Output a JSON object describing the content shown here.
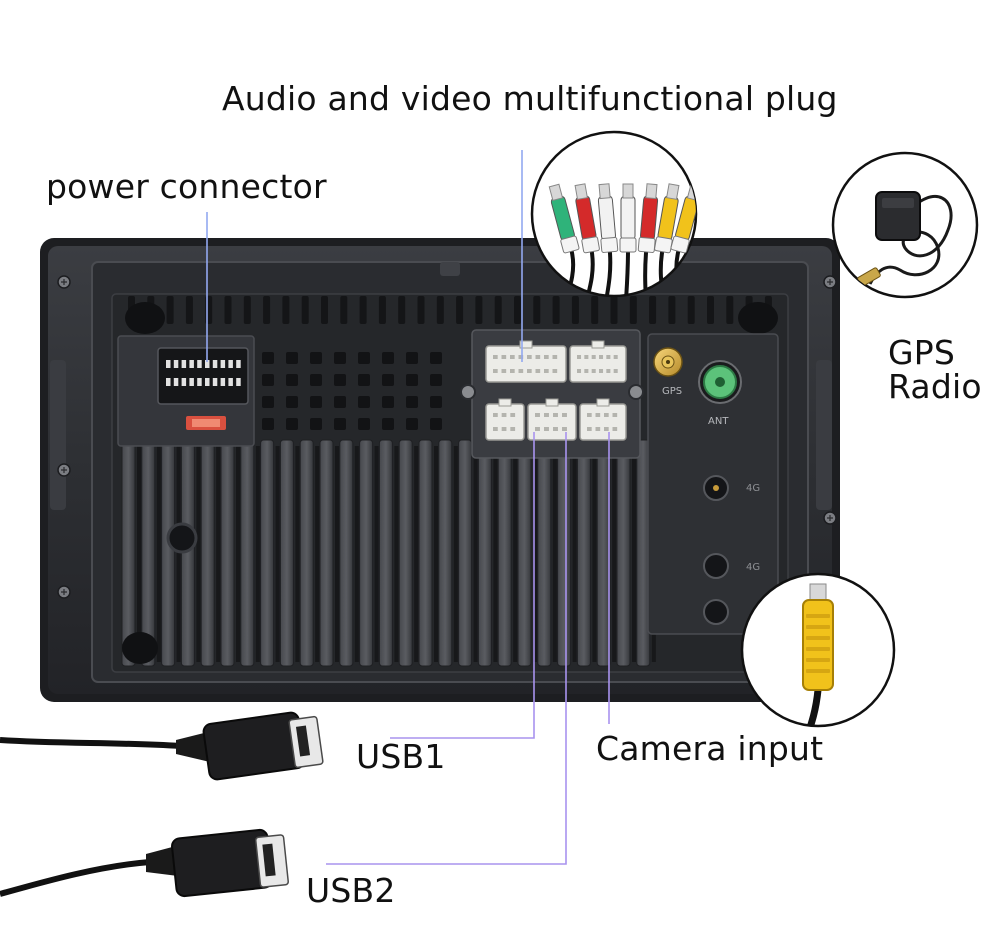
{
  "labels": {
    "av_plug": "Audio and video multifunctional plug",
    "power": "power connector",
    "gps": "GPS",
    "radio": "Radio",
    "usb1": "USB1",
    "camera": "Camera input",
    "usb2": "USB2"
  },
  "unit_markings": {
    "gps_port": "GPS",
    "ant_port": "ANT",
    "port_4g_a": "4G",
    "port_4g_b": "4G"
  },
  "colors": {
    "leader_line": "#9b8ef0",
    "chassis": "#2c2d31",
    "connector_white": "#ecece8",
    "rca_red": "#d42a2a",
    "rca_yellow": "#f1c21b",
    "rca_white": "#f2f2f2",
    "rca_green": "#2fb37a",
    "ant_green": "#5cc27a",
    "fuse_red": "#d9503f"
  }
}
